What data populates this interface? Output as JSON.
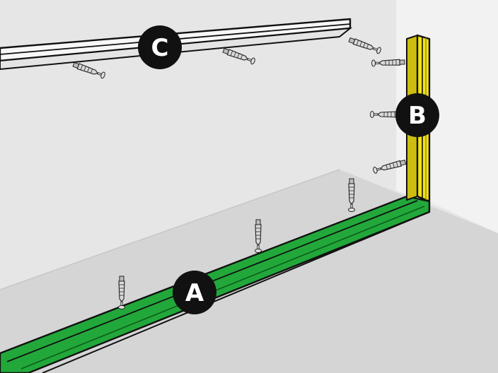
{
  "colors": {
    "wall": "#e6e6e6",
    "floor": "#d4d4d4",
    "floor_track": "#22a83a",
    "stud": "#f2e21a",
    "ceiling_track": "#f4f4f4",
    "callout_fill": "#111111",
    "callout_text": "#ffffff",
    "outline": "#111111"
  },
  "labels": {
    "floor_track": "A",
    "stud": "B",
    "ceiling_track": "C"
  },
  "icons": [
    "wall-plug-screw-icon"
  ]
}
